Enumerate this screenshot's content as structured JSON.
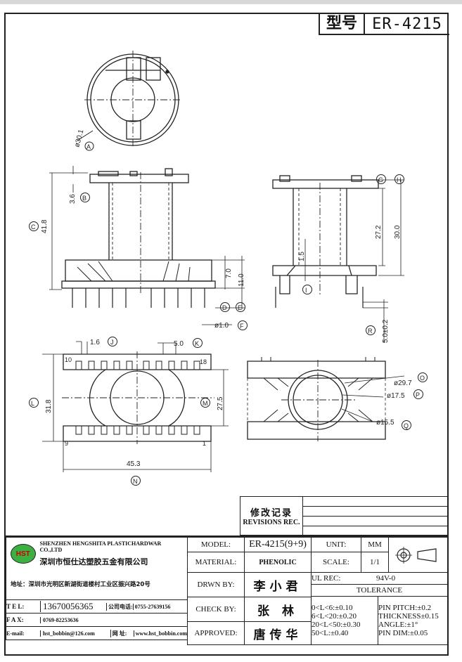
{
  "header": {
    "model_cn": "型号",
    "model_number": "ER-4215"
  },
  "dimensions": {
    "A": "ø30.1",
    "B": "3.6",
    "C": "41.8",
    "D": "7.0",
    "E": "11.0",
    "F": "ø1.0",
    "G_H_left": "27.2",
    "H": "30.0",
    "I_side": "1.5",
    "R": "5.0±0.2",
    "J": "1.6",
    "K": "5.0",
    "L": "31.8",
    "M": "27.5",
    "N": "45.3",
    "O": "ø29.7",
    "P": "ø17.5",
    "Q": "ø15.5"
  },
  "letters": [
    "A",
    "B",
    "C",
    "D",
    "E",
    "F",
    "G",
    "H",
    "I",
    "R",
    "J",
    "K",
    "L",
    "M",
    "N",
    "O",
    "P",
    "Q"
  ],
  "pins": {
    "top_left": "10",
    "top_right": "18",
    "bottom_left": "9",
    "bottom_right": "1"
  },
  "revisions": {
    "title_cn": "修改记录",
    "title_en": "REVISIONS REC."
  },
  "company": {
    "logo": "HST",
    "name_en": "SHENZHEN HENGSHITA PLASTICHARDWAR CO.,LTD",
    "name_cn": "深圳市恒仕达塑胶五金有限公司",
    "address": "地址：深圳市光明区新湖街道楼村工业区振兴路20号",
    "tel_label": "T E L:",
    "tel": "13670056365",
    "co_tel_label": "公司电话:",
    "co_tel": "0755-27639156",
    "fax_label": "F A X:",
    "fax": "0769-82253636",
    "email_label": "E-mail:",
    "email": "hst_bobbin@126.com",
    "web_label": "网 址:",
    "web": "www.hst_bobbin.com"
  },
  "titleblock": {
    "model_label": "MODEL:",
    "model_value": "ER-4215(9+9)",
    "material_label": "MATERIAL:",
    "material_value": "PHENOLIC",
    "drawn_label": "DRWN BY:",
    "drawn_value": "李小君",
    "check_label": "CHECK BY:",
    "check_value": "张 林",
    "approved_label": "APPROVED:",
    "approved_value": "唐传华",
    "unit_label": "UNIT:",
    "unit_value": "MM",
    "scale_label": "SCALE:",
    "scale_value": "1/1",
    "ul_label": "UL REC:",
    "ul_value": "94V-0",
    "tolerance_title": "TOLERANCE",
    "tol_left": [
      "0<L<6:±0.10",
      "6<L<20:±0.20",
      "20<L<50:±0.30",
      "50<L:±0.40"
    ],
    "tol_right": [
      "PIN PITCH:±0.2",
      "THICKNESS±0.15",
      "ANGLE:±1°",
      "PIN DIM:±0.05"
    ]
  }
}
